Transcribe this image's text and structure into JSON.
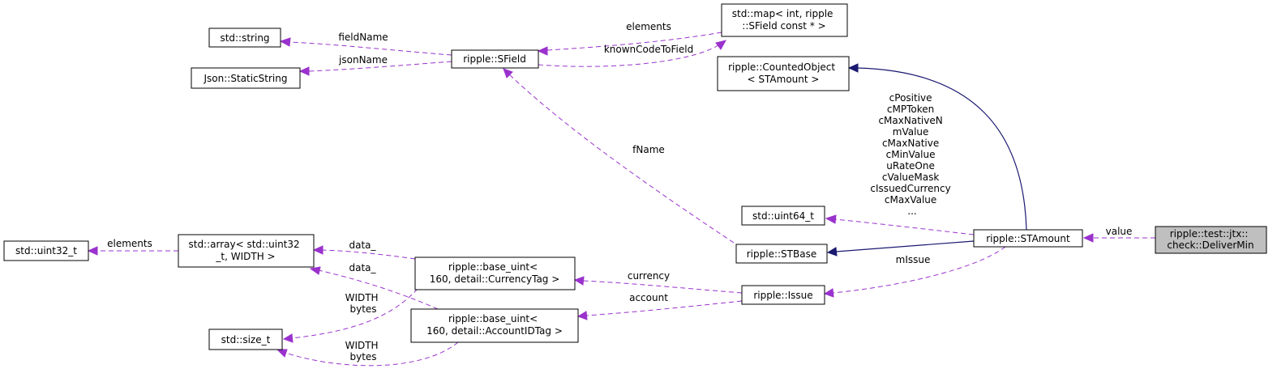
{
  "nodes": {
    "deliver_min": [
      "ripple::test::jtx::",
      "check::DeliverMin"
    ],
    "st_amount": [
      "ripple::STAmount"
    ],
    "counted_object": [
      "ripple::CountedObject",
      "< STAmount >"
    ],
    "st_base": [
      "ripple::STBase"
    ],
    "uint64": [
      "std::uint64_t"
    ],
    "issue": [
      "ripple::Issue"
    ],
    "sfield": [
      "ripple::SField"
    ],
    "std_map": [
      "std::map< int, ripple",
      "::SField const * >"
    ],
    "std_string": [
      "std::string"
    ],
    "static_string": [
      "Json::StaticString"
    ],
    "currency_uint": [
      "ripple::base_uint<",
      "160, detail::CurrencyTag >"
    ],
    "account_uint": [
      "ripple::base_uint<",
      "160, detail::AccountIDTag >"
    ],
    "std_array": [
      "std::array< std::uint32",
      "_t, WIDTH >"
    ],
    "uint32": [
      "std::uint32_t"
    ],
    "size_t": [
      "std::size_t"
    ]
  },
  "edge_labels": {
    "value": [
      "value"
    ],
    "members": [
      "cPositive",
      "cMPToken",
      "cMaxNativeN",
      "mValue",
      "cMaxNative",
      "cMinValue",
      "uRateOne",
      "cValueMask",
      "cIssuedCurrency",
      "cMaxValue",
      "..."
    ],
    "mIssue": [
      "mIssue"
    ],
    "fName": [
      "fName"
    ],
    "elements_map": [
      "elements"
    ],
    "knownCodeToField": [
      "knownCodeToField"
    ],
    "fieldName": [
      "fieldName"
    ],
    "jsonName": [
      "jsonName"
    ],
    "currency": [
      "currency"
    ],
    "account": [
      "account"
    ],
    "data_currency": [
      "data_"
    ],
    "data_account": [
      "data_"
    ],
    "width_currency": [
      "WIDTH",
      "bytes"
    ],
    "width_account": [
      "WIDTH",
      "bytes"
    ],
    "elements_array": [
      "elements"
    ]
  },
  "colors": {
    "dependency_edge": "#9a32cd",
    "inheritance_edge": "#191970",
    "focus_node_fill": "#bfbfbf",
    "node_fill": "#ffffff"
  }
}
